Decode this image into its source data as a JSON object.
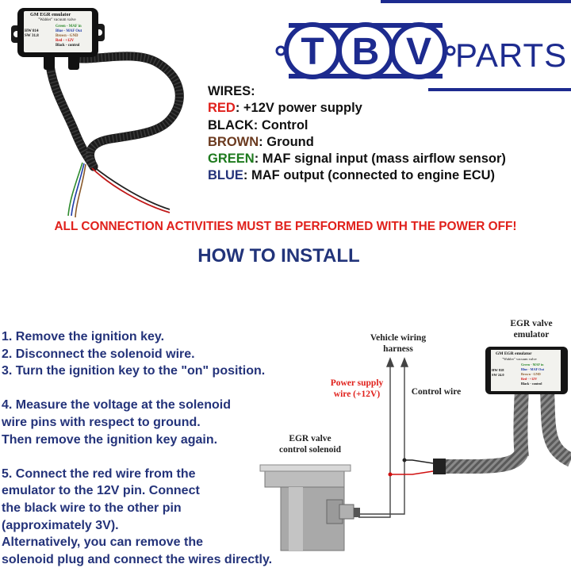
{
  "device": {
    "title": "GM   EGR emulator",
    "subtitle": "\"Wabler\" vacuum valve",
    "hw": "HW 814",
    "sw": "SW 31.8",
    "wires": [
      {
        "label": "Green - MAF in",
        "color": "#2e8b2e"
      },
      {
        "label": "Blue - MAF Out",
        "color": "#1f3ca8"
      },
      {
        "label": "Brown - GND",
        "color": "#8a5a2b"
      },
      {
        "label": "Red - +12V",
        "color": "#d01010"
      },
      {
        "label": "Black - control",
        "color": "#111111"
      }
    ]
  },
  "logo": {
    "letters": [
      "T",
      "B",
      "V"
    ],
    "word": "PARTS",
    "color": "#1d2b8f"
  },
  "wires_legend": {
    "heading": "WIRES:",
    "items": [
      {
        "key": "RED",
        "desc": ": +12V power supply",
        "color": "#e0201b"
      },
      {
        "key": "BLACK",
        "desc": ": Control",
        "color": "#111111"
      },
      {
        "key": "BROWN",
        "desc": ": Ground",
        "color": "#6b3a1f"
      },
      {
        "key": "GREEN",
        "desc": ": MAF signal input (mass airflow sensor)",
        "color": "#1e7a1e"
      },
      {
        "key": "BLUE",
        "desc": ": MAF output (connected to engine ECU)",
        "color": "#24337a"
      }
    ]
  },
  "warning": "ALL CONNECTION ACTIVITIES MUST BE PERFORMED WITH THE POWER OFF!",
  "how_to": "HOW TO INSTALL",
  "steps": [
    [
      "1. Remove the ignition key.",
      "2. Disconnect the solenoid wire.",
      "3. Turn the ignition key to the \"on\" position."
    ],
    [
      "4. Measure the voltage at the solenoid",
      "wire pins with respect to ground.",
      "Then remove the ignition key again."
    ],
    [
      "5. Connect the red wire from the",
      "emulator to the 12V pin. Connect",
      "the black wire to the other pin",
      "(approximately 3V).",
      "Alternatively, you can remove the",
      "solenoid plug and connect the wires directly."
    ]
  ],
  "diagram": {
    "harness_label": "Vehicle wiring\nharness",
    "power_label": "Power supply\nwire (+12V)",
    "control_label": "Control wire",
    "solenoid_label": "EGR valve\ncontrol solenoid",
    "emulator_label": "EGR valve\nemulator",
    "emulator_device": {
      "title": "GM   EGR emulator",
      "subtitle": "\"Wabler\" vacuum valve",
      "hw": "HW 818",
      "sw": "SW 24.0",
      "wires": [
        {
          "label": "Green - MAF in",
          "color": "#2e8b2e"
        },
        {
          "label": "Blue - MAF Out",
          "color": "#1f3ca8"
        },
        {
          "label": "Brown - GND",
          "color": "#8a5a2b"
        },
        {
          "label": "Red - +12V",
          "color": "#d01010"
        },
        {
          "label": "Black - control",
          "color": "#111111"
        }
      ]
    }
  }
}
